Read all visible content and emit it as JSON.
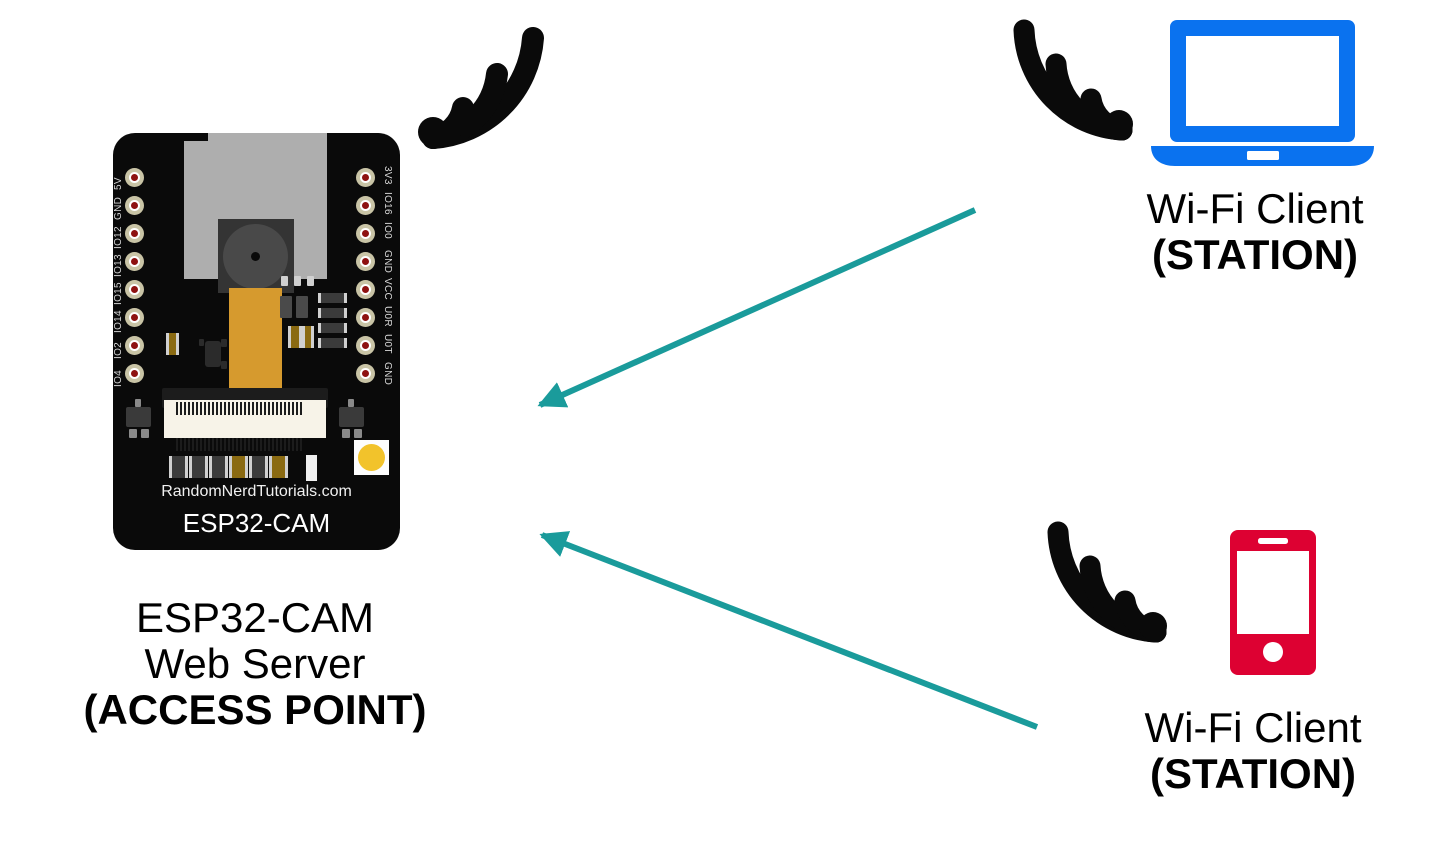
{
  "diagram": {
    "title": "ESP32-CAM Wi-Fi Access Point diagram",
    "background_color": "#ffffff",
    "arrow_color": "#1a9b9b",
    "laptop_color": "#0a72ef",
    "phone_color": "#dd0132",
    "board_color": "#0a0a0a"
  },
  "board": {
    "brand": "RandomNerdTutorials.com",
    "name": "ESP32-CAM",
    "left_pins": [
      "5V",
      "GND",
      "IO12",
      "IO13",
      "IO15",
      "IO14",
      "IO2",
      "IO4"
    ],
    "right_pins": [
      "3V3",
      "IO16",
      "IO0",
      "GND",
      "VCC",
      "U0R",
      "U0T",
      "GND"
    ]
  },
  "nodes": {
    "access_point": {
      "line1": "ESP32-CAM",
      "line2": "Web Server",
      "line3": "(ACCESS POINT)"
    },
    "client_laptop": {
      "line1": "Wi-Fi Client",
      "line3": "(STATION)"
    },
    "client_phone": {
      "line1": "Wi-Fi Client",
      "line3": "(STATION)"
    }
  },
  "icons": {
    "wifi_ap": "wifi-signal-icon",
    "wifi_laptop": "wifi-signal-icon",
    "wifi_phone": "wifi-signal-icon",
    "laptop": "laptop-icon",
    "phone": "smartphone-icon"
  },
  "connections": [
    {
      "name": "laptop-to-ap",
      "from": "client_laptop",
      "to": "access_point",
      "direction": "to-access-point"
    },
    {
      "name": "phone-to-ap",
      "from": "client_phone",
      "to": "access_point",
      "direction": "to-access-point"
    }
  ]
}
